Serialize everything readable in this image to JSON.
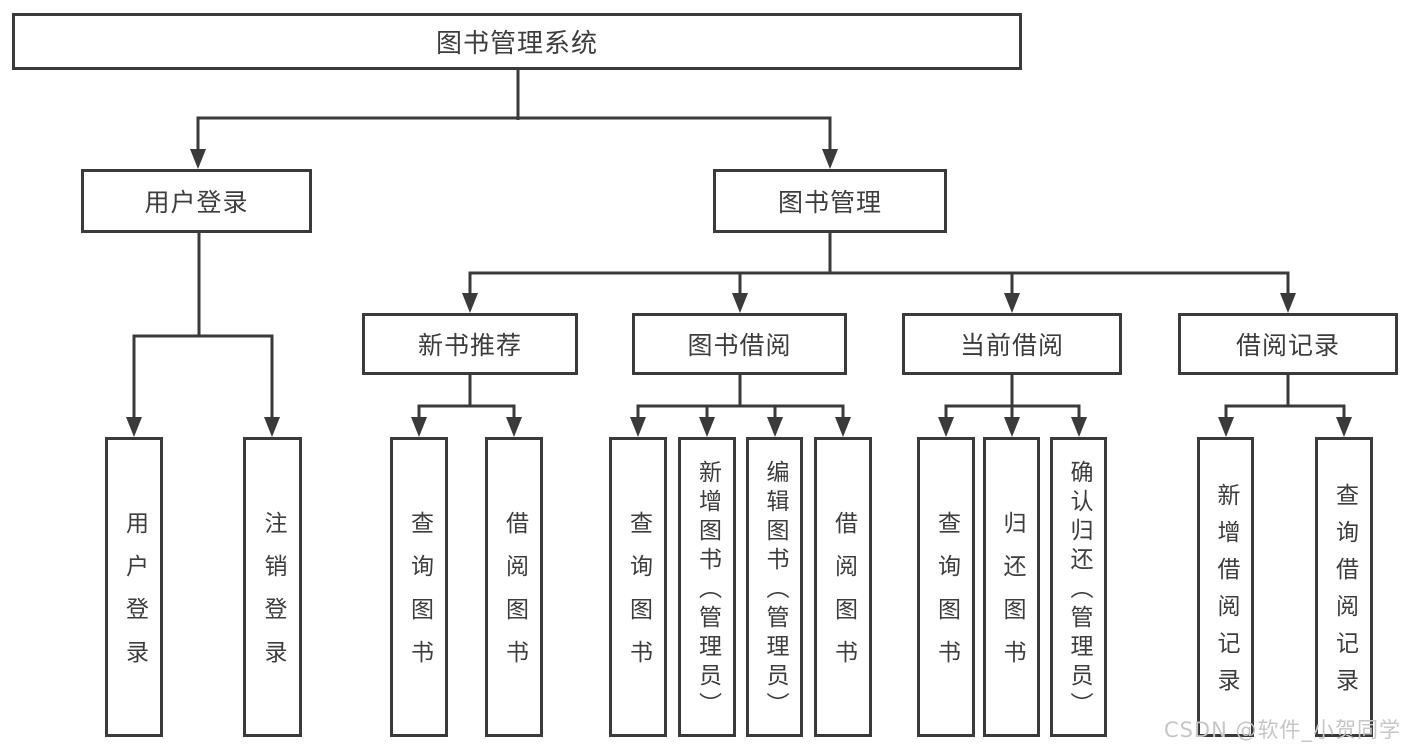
{
  "diagram": {
    "root": {
      "label": "图书管理系统"
    },
    "branches": [
      {
        "label": "用户登录",
        "children": [
          {
            "label": "用户登录"
          },
          {
            "label": "注销登录"
          }
        ]
      },
      {
        "label": "图书管理",
        "children": [
          {
            "label": "新书推荐",
            "children": [
              {
                "label": "查询图书"
              },
              {
                "label": "借阅图书"
              }
            ]
          },
          {
            "label": "图书借阅",
            "children": [
              {
                "label": "查询图书"
              },
              {
                "label": "新增图书（管理员）"
              },
              {
                "label": "编辑图书（管理员）"
              },
              {
                "label": "借阅图书"
              }
            ]
          },
          {
            "label": "当前借阅",
            "children": [
              {
                "label": "查询图书"
              },
              {
                "label": "归还图书"
              },
              {
                "label": "确认归还（管理员）"
              }
            ]
          },
          {
            "label": "借阅记录",
            "children": [
              {
                "label": "新增借阅记录"
              },
              {
                "label": "查询借阅记录"
              }
            ]
          }
        ]
      }
    ]
  },
  "watermark": {
    "text": "CSDN @软件_小贺同学"
  },
  "colors": {
    "line": "#3a3a3a",
    "box_border": "#3a3a3a",
    "box_fill": "#ffffff",
    "text": "#3d3d3d",
    "watermark": "#c6c6c6",
    "background": "#ffffff"
  }
}
